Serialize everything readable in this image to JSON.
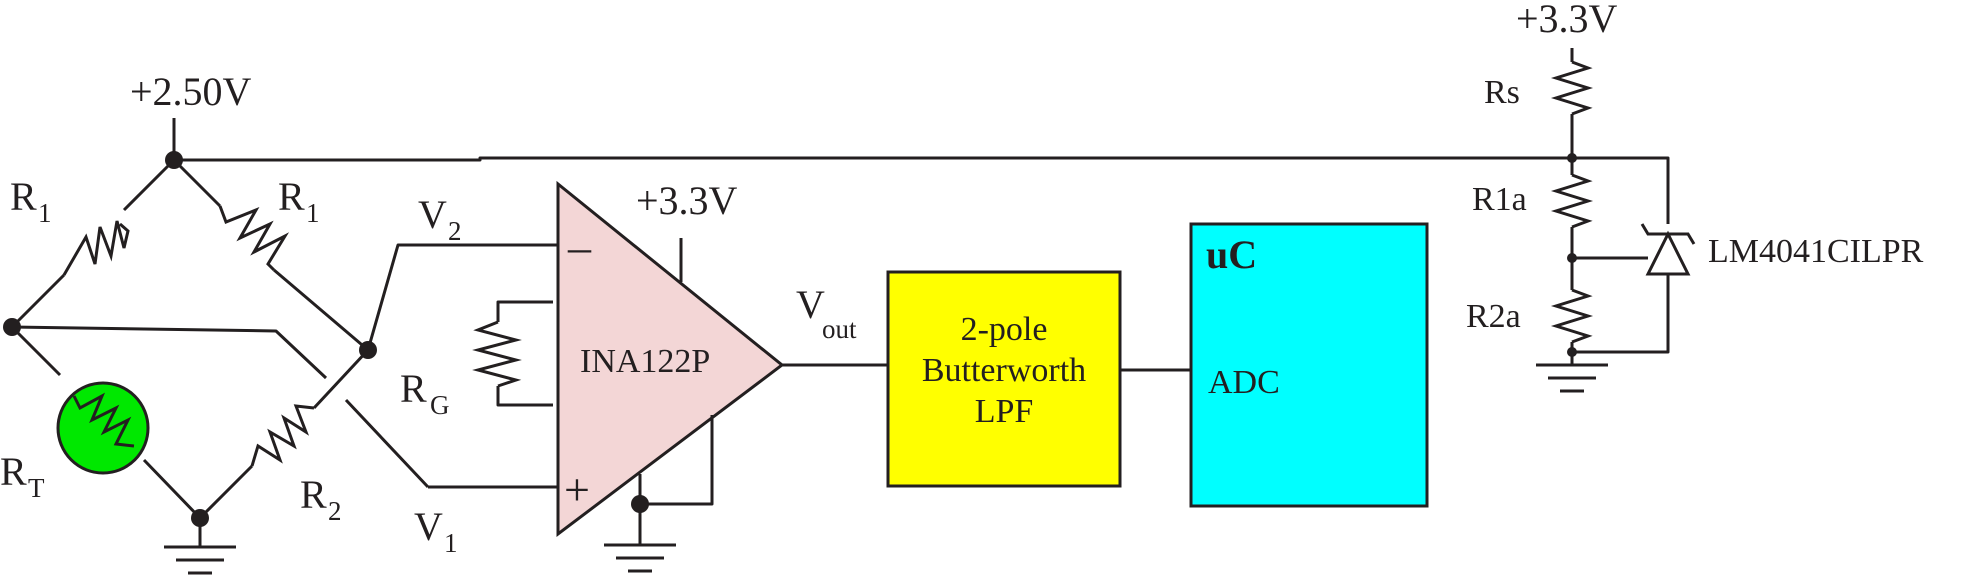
{
  "labels": {
    "bridge_supply": "+2.50V",
    "r1_left": "R",
    "r1_left_sub": "1",
    "r1_right": "R",
    "r1_right_sub": "1",
    "rt": "R",
    "rt_sub": "T",
    "r2": "R",
    "r2_sub": "2",
    "v2": "V",
    "v2_sub": "2",
    "v1": "V",
    "v1_sub": "1",
    "rg": "R",
    "rg_sub": "G",
    "amp_supply": "+3.3V",
    "vout": "V",
    "vout_sub": "out",
    "ref_supply": "+3.3V",
    "rs": "Rs",
    "r1a": "R1a",
    "r2a": "R2a",
    "zener": "LM4041CILPR"
  },
  "amplifier": {
    "name": "INA122P",
    "minus": "–",
    "plus": "+"
  },
  "filter": {
    "line1": "2-pole",
    "line2": "Butterworth",
    "line3": "LPF"
  },
  "mcu": {
    "title": "uC",
    "block": "ADC"
  },
  "colors": {
    "rtd_fill": "#00e800",
    "amp_fill": "#f3d6d6",
    "filter_fill": "#ffff00",
    "mcu_fill": "#00ffff",
    "line": "#231f20"
  }
}
